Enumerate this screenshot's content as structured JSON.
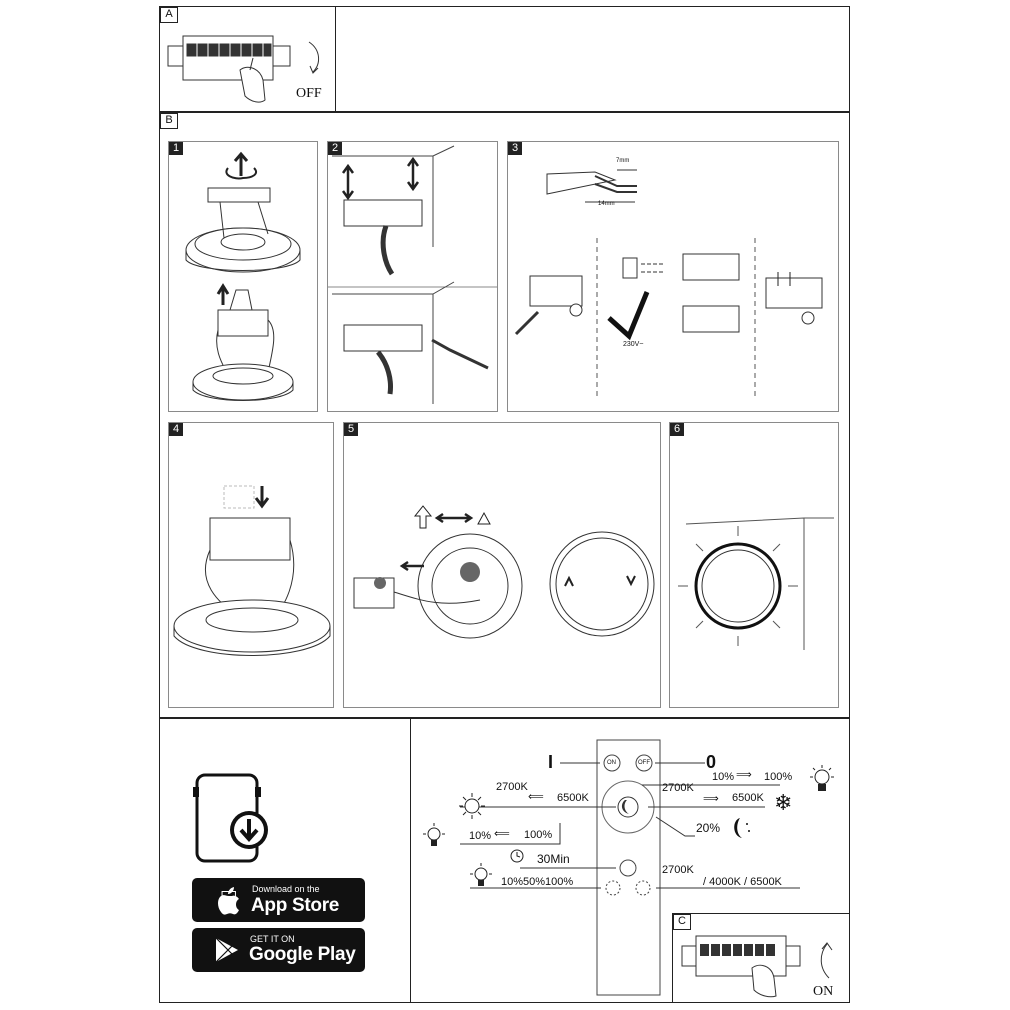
{
  "section_a": {
    "label": "A",
    "action": "OFF"
  },
  "section_b": {
    "label": "B",
    "steps": [
      {
        "number": "1"
      },
      {
        "number": "2"
      },
      {
        "number": "3",
        "strip_top": "7mm",
        "strip_bottom": "14mm",
        "voltage": "230V~"
      },
      {
        "number": "4"
      },
      {
        "number": "5"
      },
      {
        "number": "6"
      }
    ]
  },
  "app": {
    "apple_top": "Download on the",
    "apple_main": "App Store",
    "google_top": "GET IT ON",
    "google_main": "Google Play"
  },
  "remote": {
    "on_button": "ON",
    "off_button": "OFF",
    "on_symbol": "I",
    "off_symbol": "0",
    "cct_left_from": "2700K",
    "cct_left_to": "6500K",
    "cct_right_from": "2700K",
    "cct_right_to": "6500K",
    "brightness_up_from": "10%",
    "brightness_up_to": "100%",
    "brightness_down_from": "10%",
    "brightness_down_to": "100%",
    "night": "20%",
    "timer": "30Min",
    "levels": "10%50%100%",
    "cct_top": "2700K",
    "cct_bottom": "/ 4000K / 6500K"
  },
  "section_c": {
    "label": "C",
    "action": "ON"
  }
}
